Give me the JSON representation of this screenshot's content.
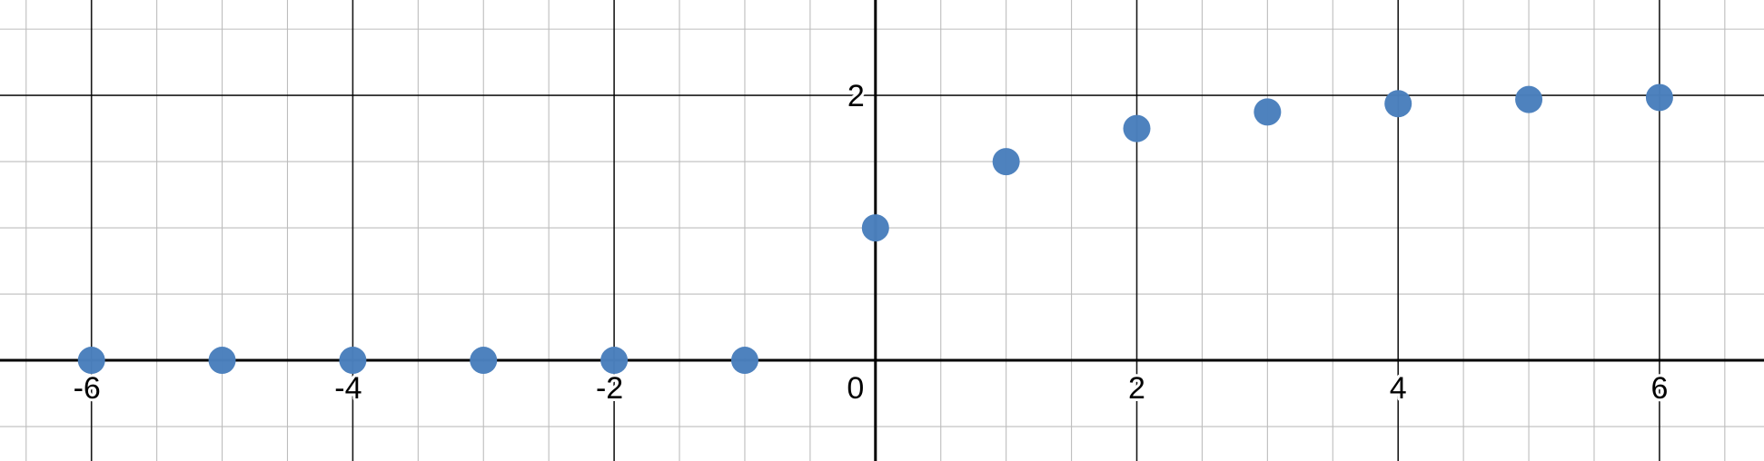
{
  "chart_data": {
    "type": "scatter",
    "title": "",
    "xlabel": "",
    "ylabel": "",
    "xlim": [
      -6.7,
      6.8
    ],
    "ylim": [
      -0.76,
      2.72
    ],
    "grid": true,
    "x_ticks": [
      {
        "value": -6,
        "label": "-6"
      },
      {
        "value": -4,
        "label": "-4"
      },
      {
        "value": -2,
        "label": "-2"
      },
      {
        "value": 0,
        "label": "0"
      },
      {
        "value": 2,
        "label": "2"
      },
      {
        "value": 4,
        "label": "4"
      },
      {
        "value": 6,
        "label": "6"
      }
    ],
    "y_ticks": [
      {
        "value": 2,
        "label": "2"
      }
    ],
    "series": [
      {
        "color": "#4a7fbd",
        "x": [
          -6,
          -5,
          -4,
          -3,
          -2,
          -1,
          0,
          1,
          2,
          3,
          4,
          5,
          6
        ],
        "y": [
          0,
          0,
          0,
          0,
          0,
          0,
          1,
          1.5,
          1.75,
          1.875,
          1.9375,
          1.96875,
          1.984
        ]
      }
    ]
  }
}
